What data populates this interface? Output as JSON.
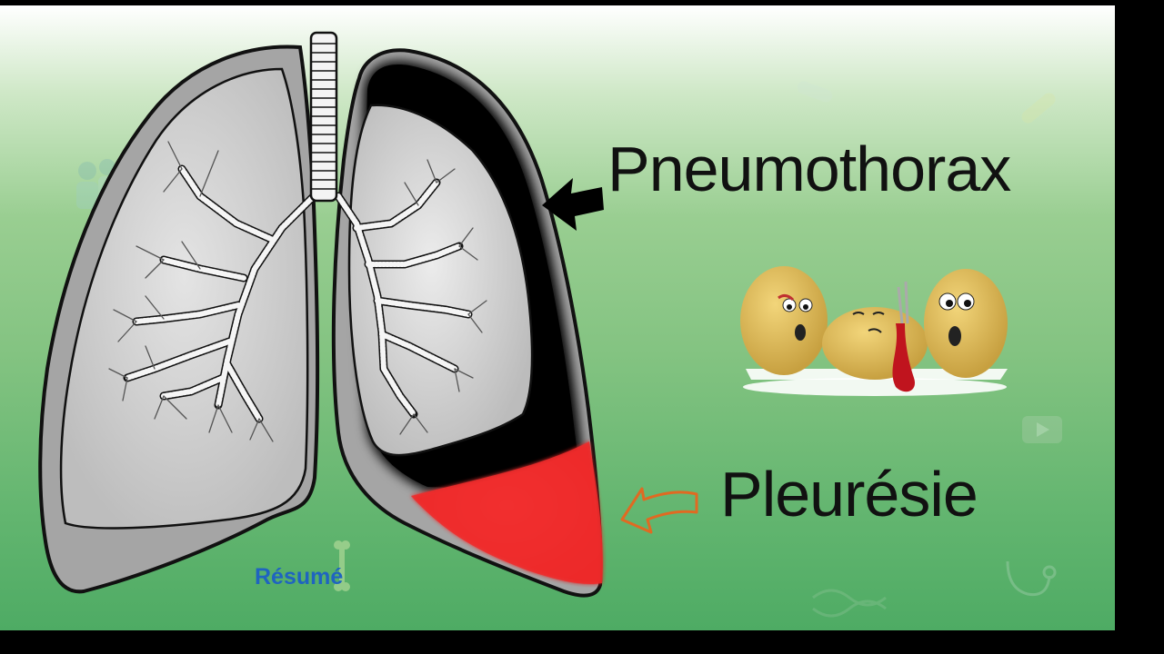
{
  "labels": {
    "pneumothorax": "Pneumothorax",
    "pleuresie": "Pleurésie",
    "resume": "Résumé"
  },
  "colors": {
    "lung_fill": "#a5a5a5",
    "lung_inner": "#c8c8c8",
    "pneumothorax_fill": "#000000",
    "pleural_effusion": "#ee2b2b",
    "arrow_black": "#000000",
    "arrow_orange": "#e06a22",
    "link_blue": "#1f64c0"
  },
  "icons": {
    "trachea": "trachea-icon",
    "doctors": "doctors-icon",
    "pills": "pills-icon",
    "youtube": "youtube-icon",
    "stethoscope": "stethoscope-icon",
    "bone": "bone-icon",
    "dna": "dna-icon",
    "potatoes": "potato-characters-icon"
  }
}
